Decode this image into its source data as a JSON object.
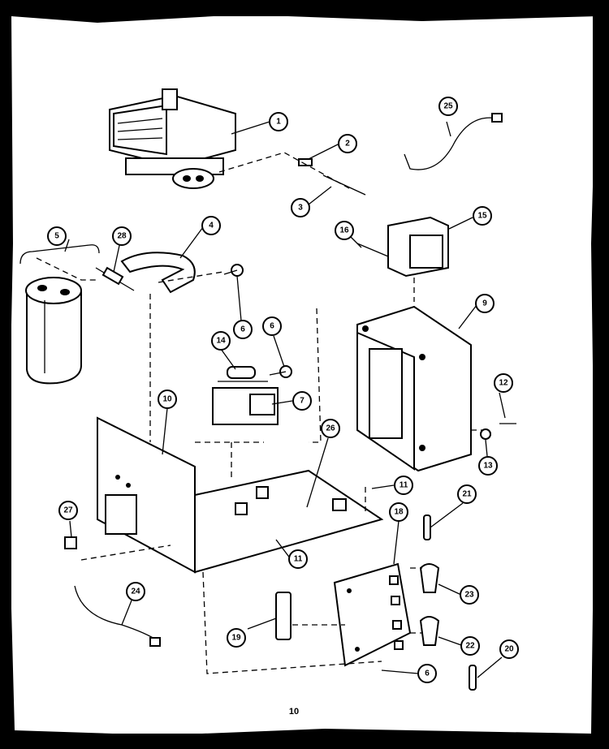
{
  "diagram": {
    "page_number": "10",
    "callouts": [
      {
        "id": "c1",
        "text": "1"
      },
      {
        "id": "c2",
        "text": "2"
      },
      {
        "id": "c3",
        "text": "3"
      },
      {
        "id": "c4",
        "text": "4"
      },
      {
        "id": "c5",
        "text": "5"
      },
      {
        "id": "c6a",
        "text": "6"
      },
      {
        "id": "c6b",
        "text": "6"
      },
      {
        "id": "c6c",
        "text": "6"
      },
      {
        "id": "c7",
        "text": "7"
      },
      {
        "id": "c9",
        "text": "9"
      },
      {
        "id": "c10",
        "text": "10"
      },
      {
        "id": "c11a",
        "text": "11"
      },
      {
        "id": "c11b",
        "text": "11"
      },
      {
        "id": "c12",
        "text": "12"
      },
      {
        "id": "c13",
        "text": "13"
      },
      {
        "id": "c14",
        "text": "14"
      },
      {
        "id": "c15",
        "text": "15"
      },
      {
        "id": "c16",
        "text": "16"
      },
      {
        "id": "c18",
        "text": "18"
      },
      {
        "id": "c19",
        "text": "19"
      },
      {
        "id": "c20",
        "text": "20"
      },
      {
        "id": "c21",
        "text": "21"
      },
      {
        "id": "c22",
        "text": "22"
      },
      {
        "id": "c23",
        "text": "23"
      },
      {
        "id": "c24",
        "text": "24"
      },
      {
        "id": "c25",
        "text": "25"
      },
      {
        "id": "c26",
        "text": "26"
      },
      {
        "id": "c27",
        "text": "27"
      },
      {
        "id": "c28",
        "text": "28"
      }
    ]
  }
}
